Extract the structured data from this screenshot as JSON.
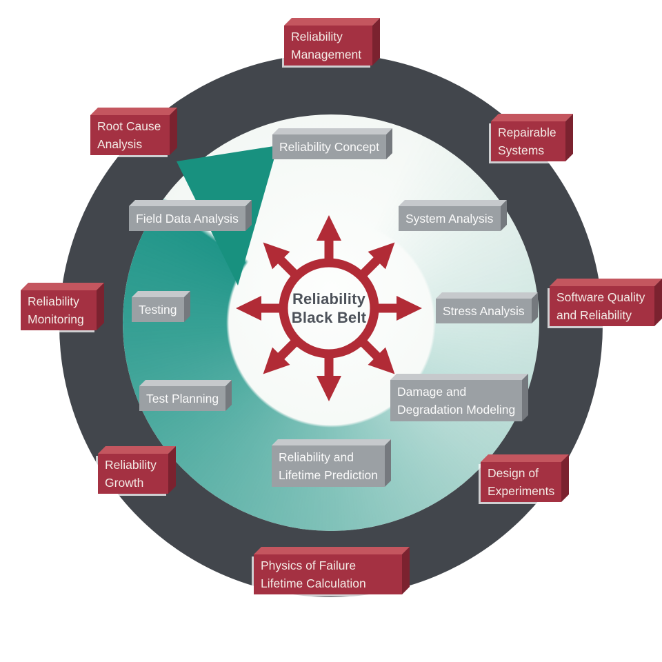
{
  "diagram_title": "Reliability Black Belt",
  "center_hub": {
    "lines": [
      "Reliability",
      "Black Belt"
    ]
  },
  "inner_ring_boxes": [
    {
      "id": "reliability-concept",
      "label_lines": [
        "Reliability Concept"
      ]
    },
    {
      "id": "system-analysis",
      "label_lines": [
        "System Analysis"
      ]
    },
    {
      "id": "stress-analysis",
      "label_lines": [
        "Stress Analysis"
      ]
    },
    {
      "id": "damage-degradation-modeling",
      "label_lines": [
        "Damage and",
        "Degradation Modeling"
      ]
    },
    {
      "id": "reliability-lifetime-prediction",
      "label_lines": [
        "Reliability and",
        "Lifetime Prediction"
      ]
    },
    {
      "id": "test-planning",
      "label_lines": [
        "Test Planning"
      ]
    },
    {
      "id": "testing",
      "label_lines": [
        "Testing"
      ]
    },
    {
      "id": "field-data-analysis",
      "label_lines": [
        "Field Data Analysis"
      ]
    }
  ],
  "outer_ring_boxes": [
    {
      "id": "reliability-management",
      "label_lines": [
        "Reliability",
        "Management"
      ]
    },
    {
      "id": "repairable-systems",
      "label_lines": [
        "Repairable",
        "Systems"
      ]
    },
    {
      "id": "software-quality-reliability",
      "label_lines": [
        "Software Quality",
        "and Reliability"
      ]
    },
    {
      "id": "design-of-experiments",
      "label_lines": [
        "Design of",
        "Experiments"
      ]
    },
    {
      "id": "physics-of-failure",
      "label_lines": [
        "Physics of Failure",
        "Lifetime Calculation"
      ]
    },
    {
      "id": "reliability-growth",
      "label_lines": [
        "Reliability",
        "Growth"
      ]
    },
    {
      "id": "reliability-monitoring",
      "label_lines": [
        "Reliability",
        "Monitoring"
      ]
    },
    {
      "id": "root-cause-analysis",
      "label_lines": [
        "Root Cause",
        "Analysis"
      ]
    }
  ],
  "colors": {
    "outer_ring_dark": "#42464c",
    "teal_arc": "#1f9588",
    "red_box_face": "#a43142",
    "gray_box_face": "#9ba0a4",
    "hub_red": "#b12b36",
    "hub_text": "#4d525a"
  }
}
